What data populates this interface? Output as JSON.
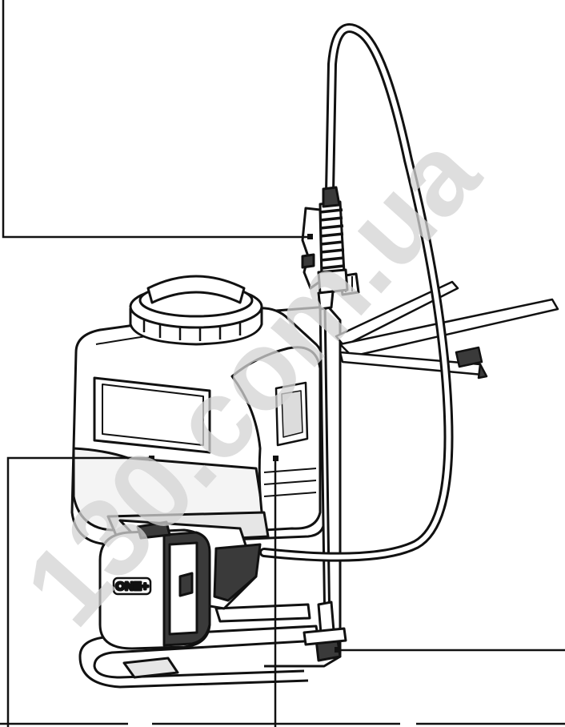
{
  "watermark": {
    "text": "130.com.ua",
    "color": "#d4d4d4"
  },
  "battery_badge": {
    "text": "ONE+"
  },
  "colors": {
    "line": "#111111",
    "background": "#ffffff",
    "tank_shade": "#e6e6e6",
    "dark_shade": "#3a3a3a"
  },
  "callouts": {
    "count": 4,
    "markers": [
      "square",
      "square",
      "square",
      "square"
    ]
  }
}
